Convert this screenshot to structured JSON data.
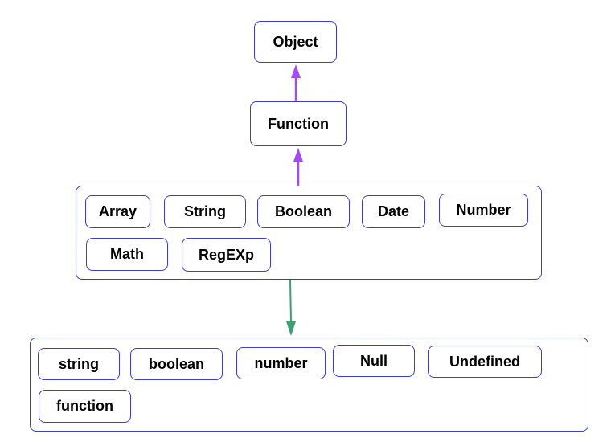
{
  "colors": {
    "border": "#3b3bd6",
    "inherit_arrow": "#a24cf5",
    "convert_arrow": "#3f9e72"
  },
  "nodes": {
    "object": "Object",
    "function_ctor": "Function",
    "array": "Array",
    "string_ctor": "String",
    "boolean_ctor": "Boolean",
    "date": "Date",
    "number_ctor": "Number",
    "math": "Math",
    "regexp": "RegEXp",
    "string_prim": "string",
    "boolean_prim": "boolean",
    "number_prim": "number",
    "null": "Null",
    "undefined": "Undefined",
    "function_prim": "function"
  }
}
